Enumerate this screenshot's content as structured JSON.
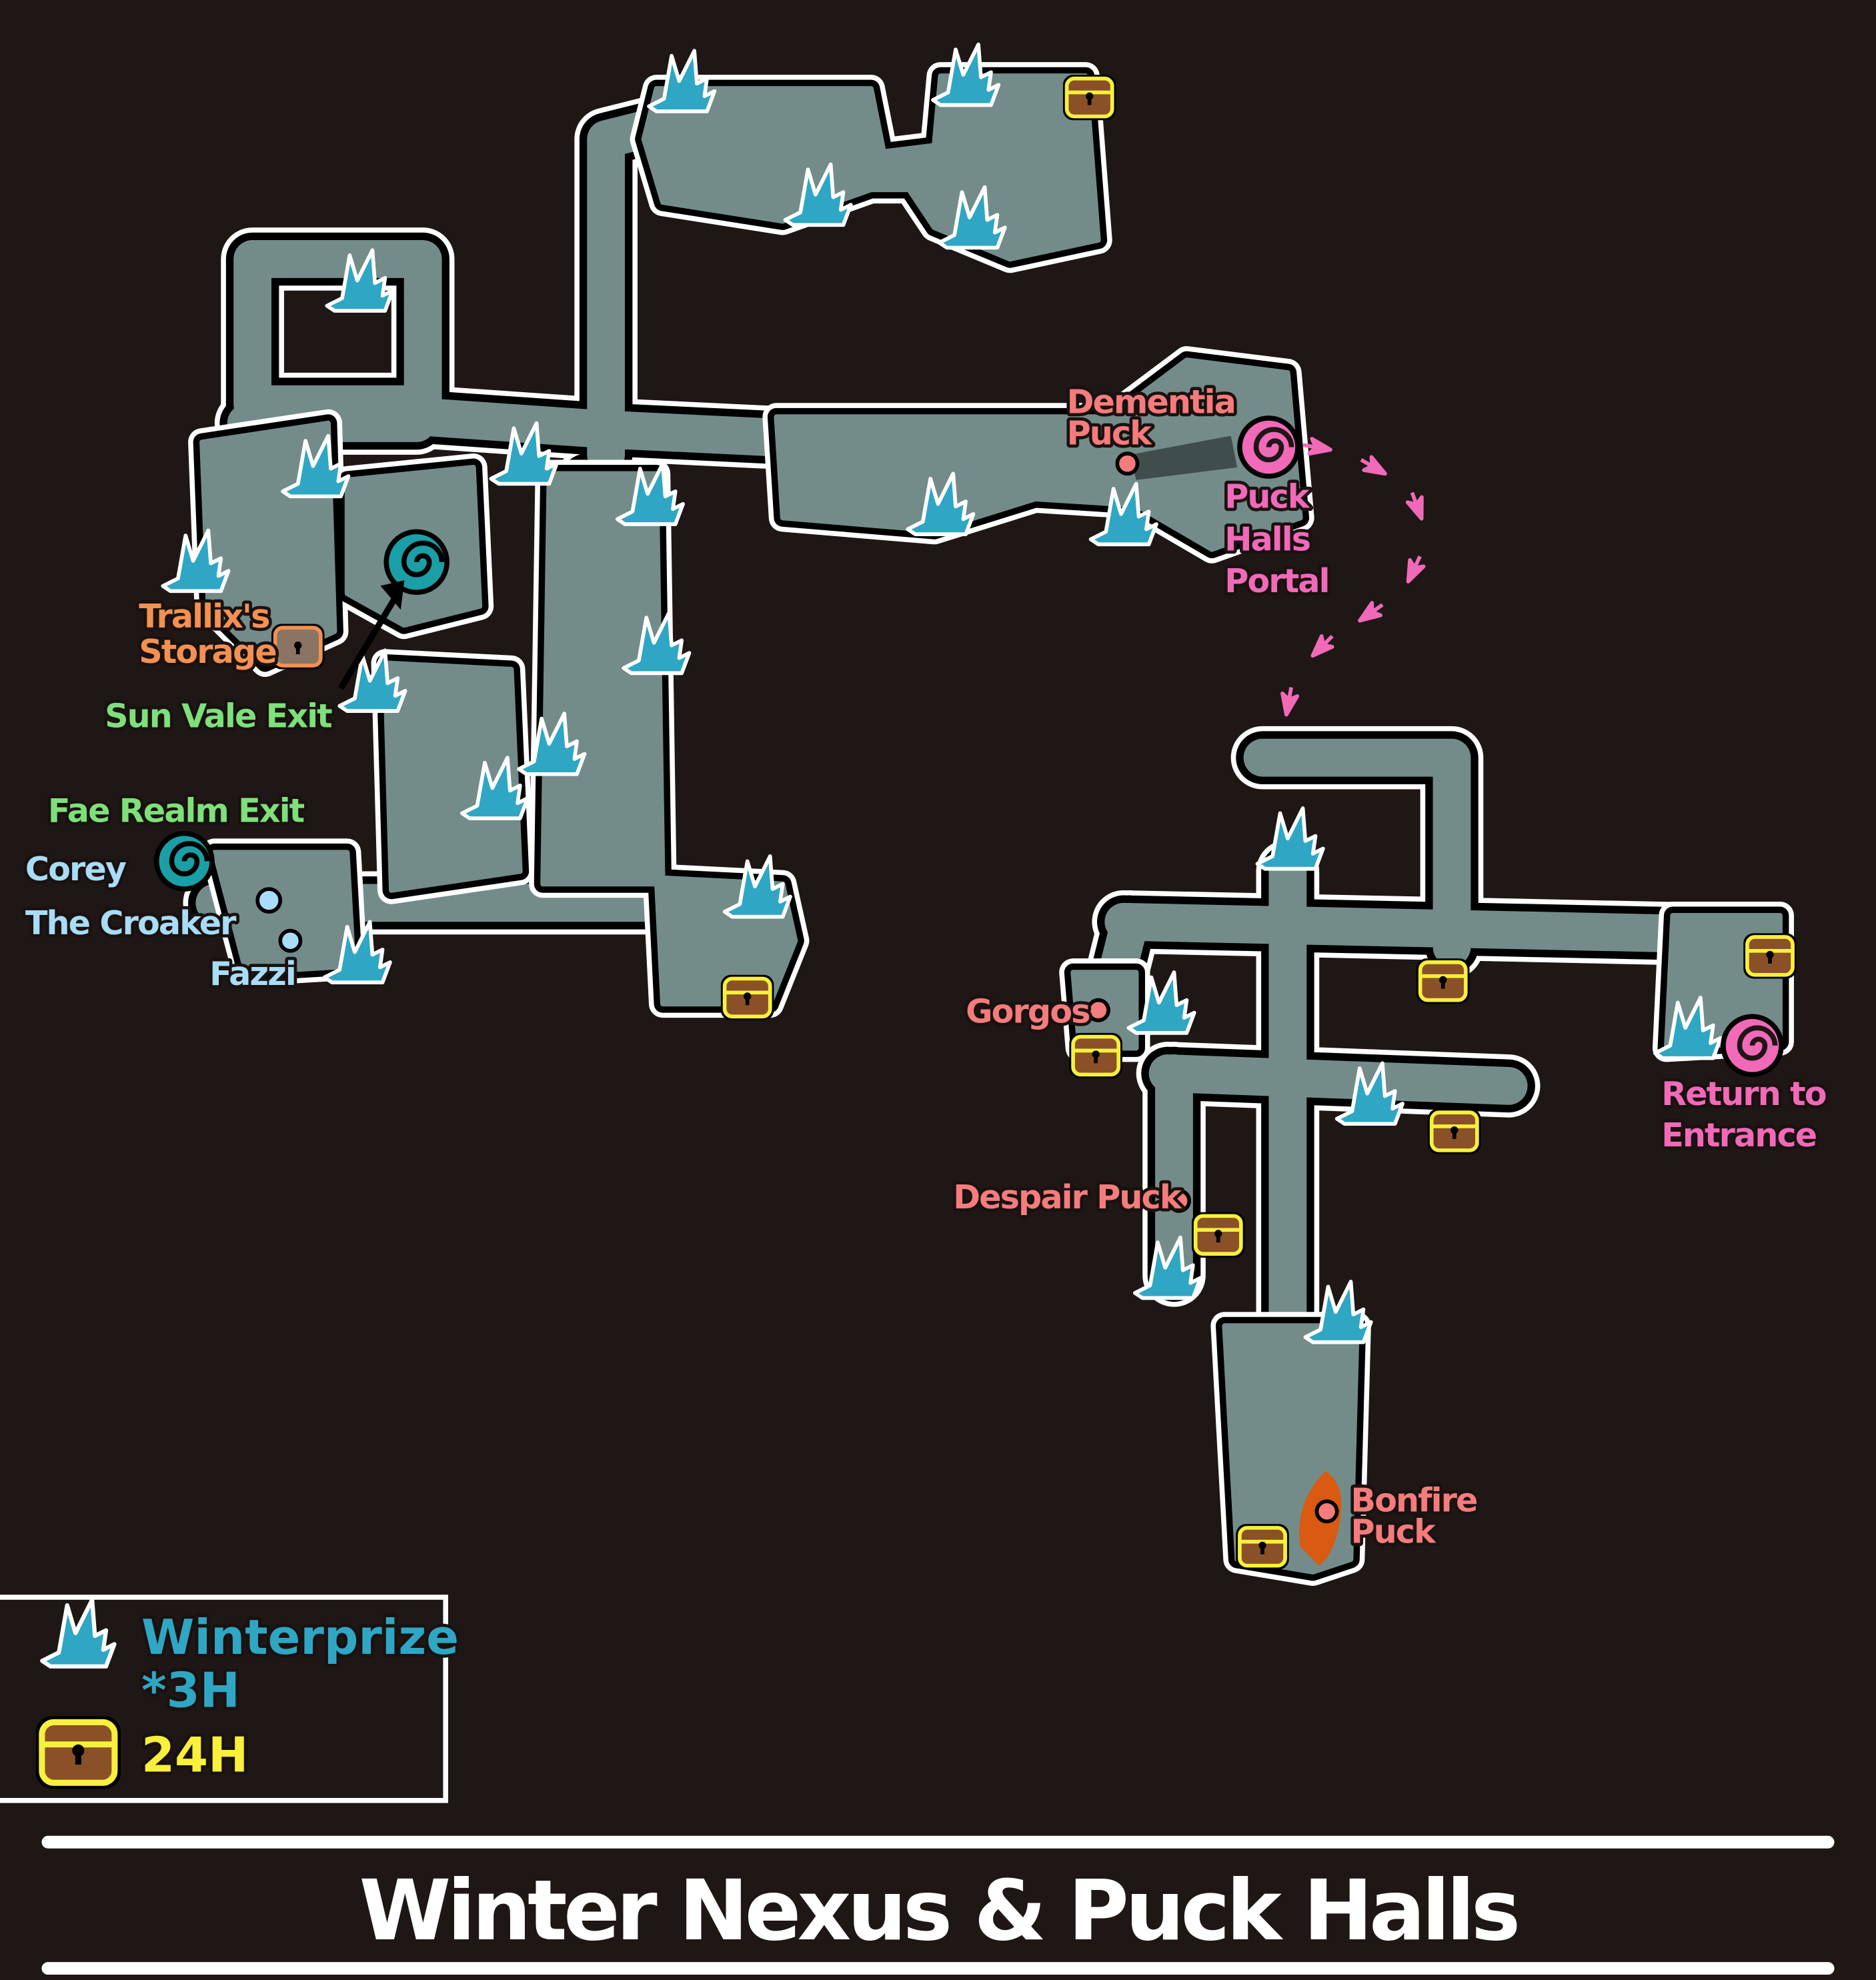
{
  "title": "Winter Nexus & Puck Halls",
  "legend": {
    "crystal_label": "Winterprize",
    "crystal_note": "*3H",
    "chest_label": "24H"
  },
  "labels": {
    "dementia_1": "Dementia",
    "dementia_2": "Puck",
    "portal_1": "Puck",
    "portal_2": "Halls",
    "portal_3": "Portal",
    "trallix_1": "Trallix's",
    "trallix_2": "Storage",
    "sun_vale": "Sun Vale Exit",
    "fae_realm": "Fae Realm Exit",
    "corey": "Corey",
    "croaker": "The Croaker",
    "fazzi": "Fazzi",
    "gorgos": "Gorgos",
    "despair": "Despair Puck",
    "bonfire_1": "Bonfire",
    "bonfire_2": "Puck",
    "return_1": "Return to",
    "return_2": "Entrance"
  },
  "colors": {
    "background": "#1e1716",
    "cave": "#738c8a",
    "crystal": "#2fa6c4",
    "chest_border": "#f7f03c",
    "npc": "#a8dcf7",
    "enemy": "#f47c7c",
    "portal": "#f06ab8",
    "exit": "#7ee07a",
    "storage": "#f39152",
    "spiral": "#1a9fa6"
  }
}
